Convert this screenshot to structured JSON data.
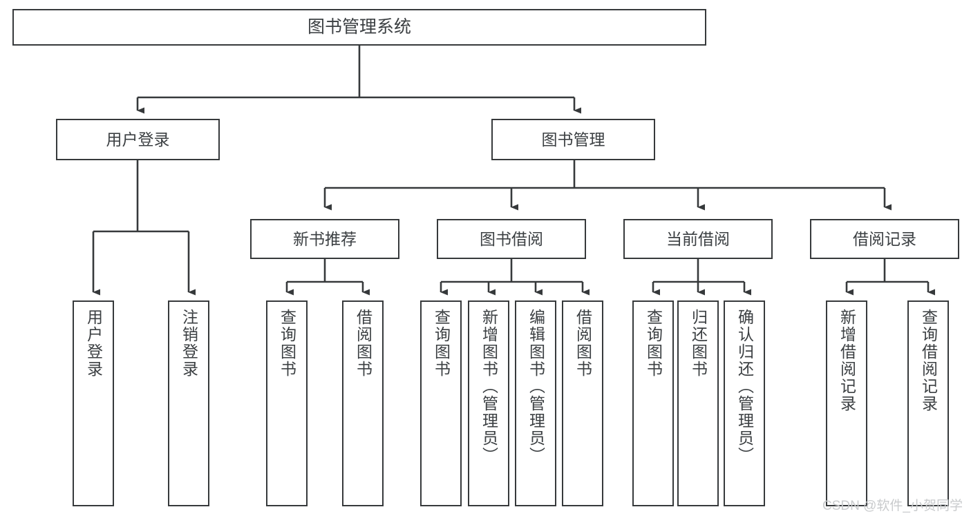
{
  "diagram": {
    "title": "图书管理系统",
    "type": "tree-hierarchy",
    "stroke_color": "#36393b",
    "text_color": "#3b3f42",
    "background_color": "#ffffff"
  },
  "root": {
    "label": "图书管理系统"
  },
  "level2": [
    {
      "label": "用户登录"
    },
    {
      "label": "图书管理"
    }
  ],
  "level3": [
    {
      "label": "新书推荐"
    },
    {
      "label": "图书借阅"
    },
    {
      "label": "当前借阅"
    },
    {
      "label": "借阅记录"
    }
  ],
  "leaves": {
    "user_login": [
      {
        "label": "用户登录"
      },
      {
        "label": "注销登录"
      }
    ],
    "new_book_recommend": [
      {
        "label": "查询图书"
      },
      {
        "label": "借阅图书"
      }
    ],
    "book_borrow": [
      {
        "label": "查询图书"
      },
      {
        "label": "新增图书（管理员）"
      },
      {
        "label": "编辑图书（管理员）"
      },
      {
        "label": "借阅图书"
      }
    ],
    "current_borrow": [
      {
        "label": "查询图书"
      },
      {
        "label": "归还图书"
      },
      {
        "label": "确认归还（管理员）"
      }
    ],
    "borrow_record": [
      {
        "label": "新增借阅记录"
      },
      {
        "label": "查询借阅记录"
      }
    ]
  },
  "watermark": {
    "text": "CSDN @软件_小贺同学",
    "color": "#c9cbcd"
  }
}
